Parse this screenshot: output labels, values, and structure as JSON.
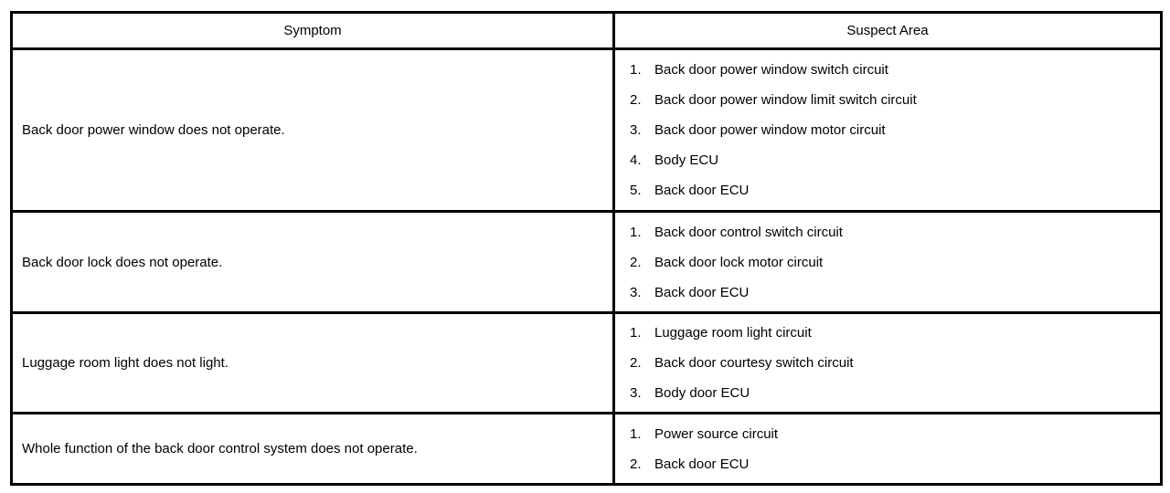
{
  "table": {
    "headers": {
      "symptom": "Symptom",
      "suspect_area": "Suspect Area"
    },
    "rows": [
      {
        "symptom": "Back door power window does not operate.",
        "suspects": [
          {
            "num": "1.",
            "label": "Back door power window switch circuit"
          },
          {
            "num": "2.",
            "label": "Back door power window limit switch circuit"
          },
          {
            "num": "3.",
            "label": "Back door power window motor circuit"
          },
          {
            "num": "4.",
            "label": "Body ECU"
          },
          {
            "num": "5.",
            "label": "Back door ECU"
          }
        ]
      },
      {
        "symptom": "Back door lock does not operate.",
        "suspects": [
          {
            "num": "1.",
            "label": "Back door control switch circuit"
          },
          {
            "num": "2.",
            "label": "Back door lock motor circuit"
          },
          {
            "num": "3.",
            "label": "Back door ECU"
          }
        ]
      },
      {
        "symptom": "Luggage room light does not light.",
        "suspects": [
          {
            "num": "1.",
            "label": "Luggage room light circuit"
          },
          {
            "num": "2.",
            "label": "Back door courtesy switch circuit"
          },
          {
            "num": "3.",
            "label": "Body door ECU"
          }
        ]
      },
      {
        "symptom": "Whole function of the back door control system does not operate.",
        "suspects": [
          {
            "num": "1.",
            "label": "Power source circuit"
          },
          {
            "num": "2.",
            "label": "Back door ECU"
          }
        ]
      }
    ]
  },
  "colors": {
    "border": "#000000",
    "background": "#ffffff",
    "text": "#000000"
  }
}
